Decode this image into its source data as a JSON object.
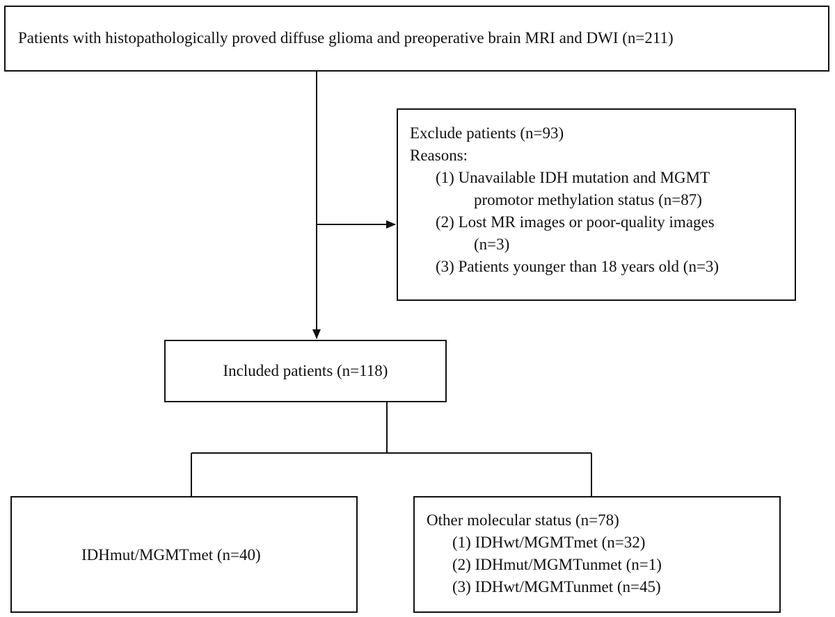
{
  "flowchart": {
    "top_box": {
      "text": "Patients with histopathologically proved diffuse glioma and preoperative brain MRI and DWI (n=211)"
    },
    "exclude_box": {
      "title": "Exclude patients (n=93)",
      "reasons_label": "Reasons:",
      "reason_1_line_1": "(1) Unavailable IDH mutation and MGMT",
      "reason_1_line_2": "promotor methylation status (n=87)",
      "reason_2_line_1": "(2) Lost MR images or poor-quality images",
      "reason_2_line_2": "(n=3)",
      "reason_3": "(3) Patients younger than 18 years old (n=3)"
    },
    "included_box": {
      "text": "Included patients (n=118)"
    },
    "idhmut_box": {
      "text": "IDHmut/MGMTmet (n=40)"
    },
    "other_box": {
      "title": "Other molecular status (n=78)",
      "items": [
        "(1) IDHwt/MGMTmet (n=32)",
        "(2) IDHmut/MGMTunmet (n=1)",
        "(3) IDHwt/MGMTunmet (n=45)"
      ]
    },
    "colors": {
      "line": "#111111",
      "background": "#ffffff"
    }
  }
}
